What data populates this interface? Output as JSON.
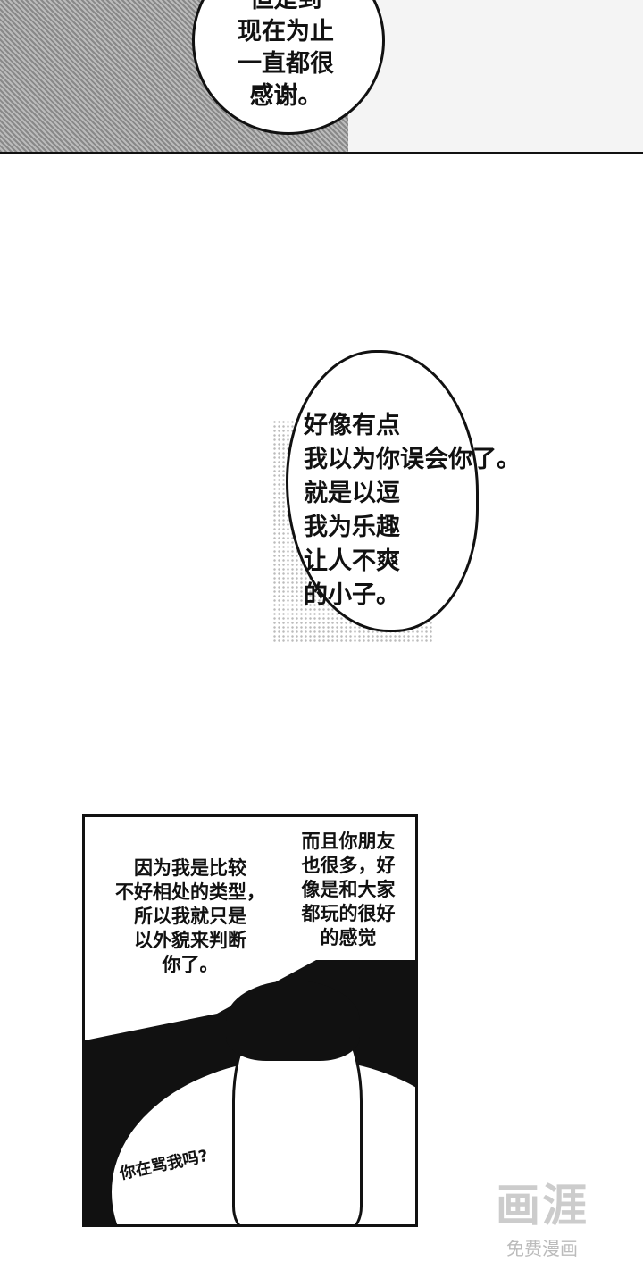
{
  "panel1": {
    "bubble_text": "但是到\n现在为止\n一直都很\n感谢。"
  },
  "bubble2": {
    "text": "好像有点\n我以为你误会你了。\n就是以逗\n我为乐趣\n让人不爽\n的小子。"
  },
  "panel2": {
    "left_text": "因为我是比较\n不好相处的类型，\n所以我就只是\n以外貌来判断\n你了。",
    "right_text": "而且你朋友\n也很多，好\n像是和大家\n都玩的很好\n的感觉",
    "character_line": "你在骂我吗?"
  },
  "watermark": {
    "logo": "画涯",
    "caption": "免费漫画"
  }
}
